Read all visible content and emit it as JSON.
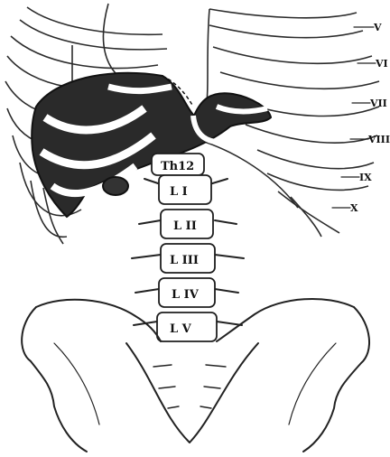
{
  "figure": {
    "vertebra_labels": [
      "Th12",
      "L I",
      "L II",
      "L III",
      "L IV",
      "L V"
    ],
    "rib_labels": [
      "V",
      "VI",
      "VII",
      "VIII",
      "IX",
      "X"
    ],
    "colors": {
      "ink": "#222222",
      "liver": "#2a2a2a",
      "background": "#ffffff"
    }
  }
}
